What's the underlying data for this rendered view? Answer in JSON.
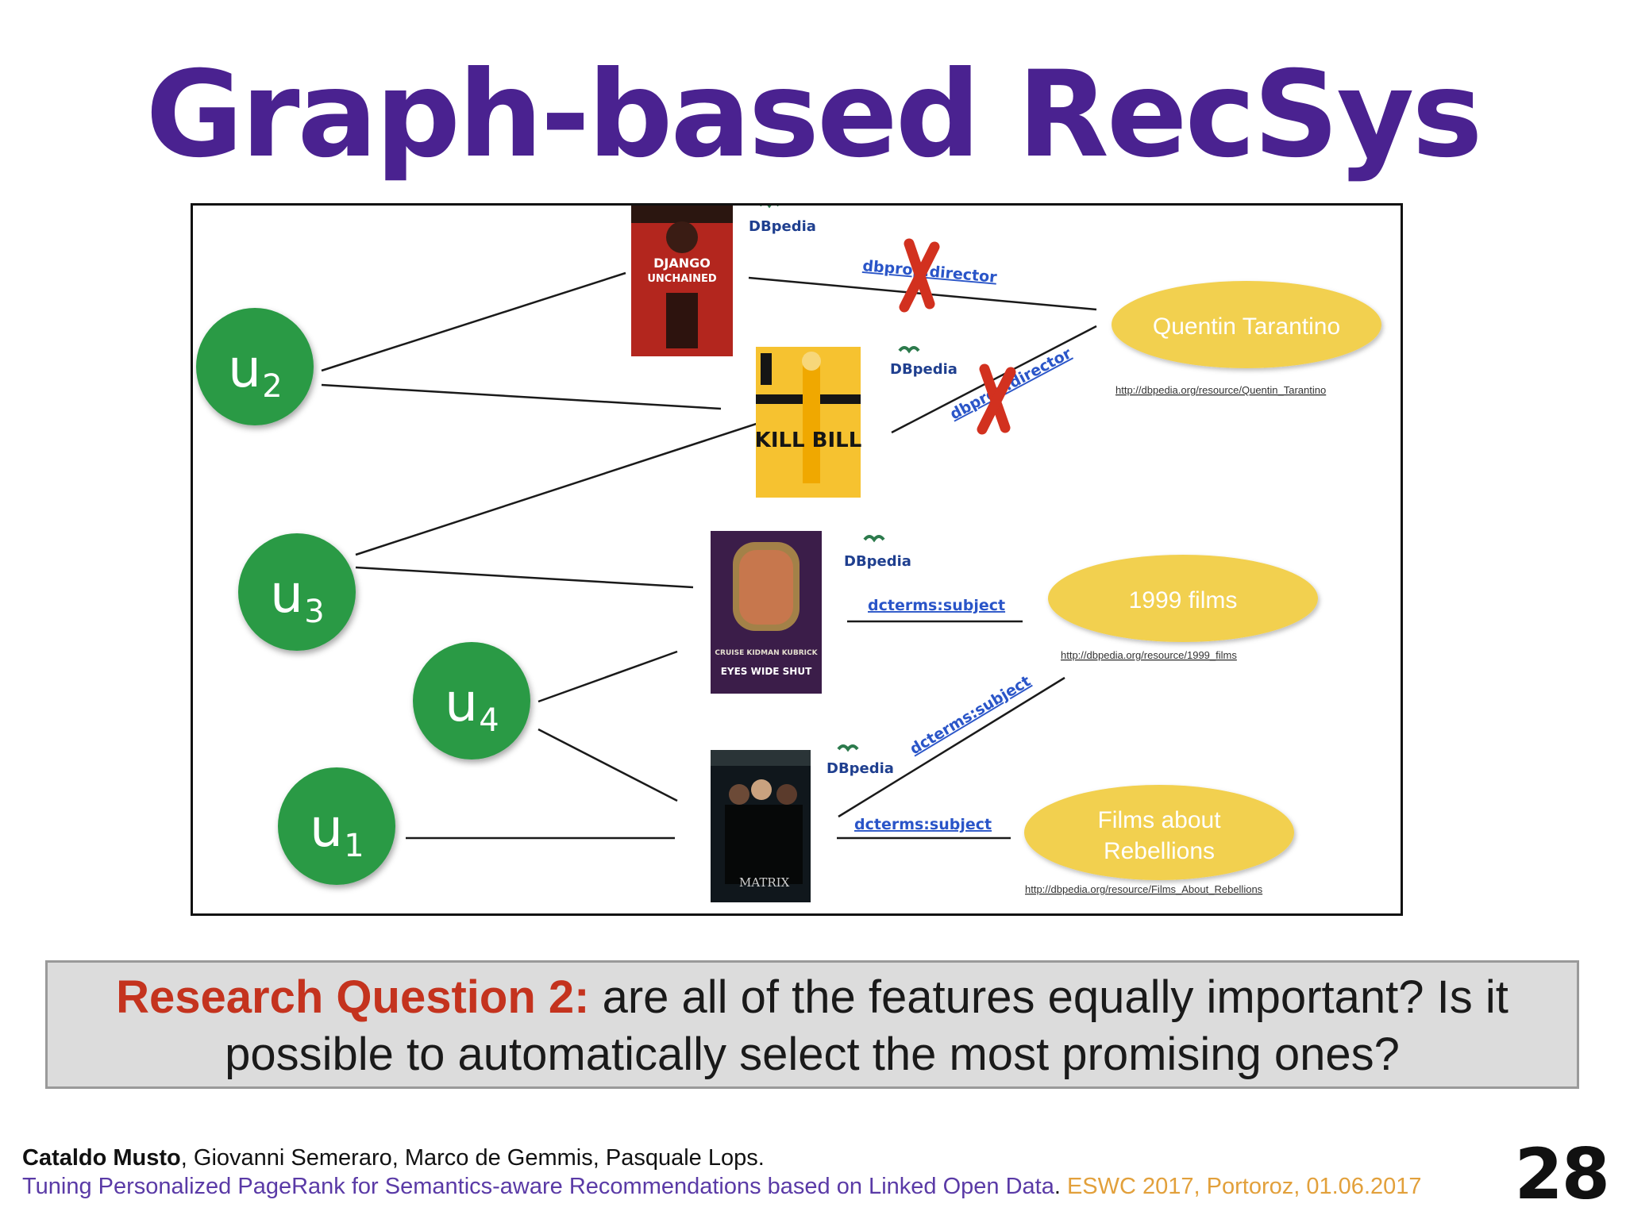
{
  "slide": {
    "title": "Graph-based RecSys",
    "page_number": "28"
  },
  "users": [
    {
      "id": "u2",
      "label": "u",
      "sub": "2"
    },
    {
      "id": "u3",
      "label": "u",
      "sub": "3"
    },
    {
      "id": "u4",
      "label": "u",
      "sub": "4"
    },
    {
      "id": "u1",
      "label": "u",
      "sub": "1"
    }
  ],
  "movies": [
    {
      "id": "django",
      "poster_text": "DJANGO UNCHAINED"
    },
    {
      "id": "killbill",
      "poster_text": "KILL BILL"
    },
    {
      "id": "eyes",
      "poster_text": "EYES WIDE SHUT",
      "poster_sub": "CRUISE KIDMAN KUBRICK"
    },
    {
      "id": "matrix",
      "poster_text": "MATRIX"
    }
  ],
  "dbpedia_logo_text": "DBpedia",
  "properties": {
    "director_1": "dbprop:director",
    "director_2": "dbprop:director",
    "subject_1": "dcterms:subject",
    "subject_2": "dcterms:subject",
    "subject_3": "dcterms:subject"
  },
  "entities": [
    {
      "id": "tarantino",
      "label": "Quentin Tarantino",
      "uri": "http://dbpedia.org/resource/Quentin_Tarantino"
    },
    {
      "id": "films1999",
      "label": "1999 films",
      "uri": "http://dbpedia.org/resource/1999_films"
    },
    {
      "id": "rebellions",
      "label": "Films about",
      "label2": "Rebellions",
      "uri": "http://dbpedia.org/resource/Films_About_Rebellions"
    }
  ],
  "research_question": {
    "lead": "Research Question 2:",
    "text": " are all of the features equally important? Is it possible to automatically select the most promising ones?"
  },
  "footer": {
    "first_author": "Cataldo Musto",
    "other_authors": ", Giovanni Semeraro, Marco de Gemmis, Pasquale Lops.",
    "paper_title": "Tuning Personalized PageRank for Semantics-aware Recommendations based on Linked Open Data",
    "period": ". ",
    "venue": "ESWC 2017, Portoroz, 01.06.2017"
  },
  "colors": {
    "title": "#4a2290",
    "user_node": "#2a9a45",
    "entity_node": "#f2d04f",
    "cross": "#d2311f",
    "edge_label": "#2a55c8",
    "rq_lead": "#c4331e"
  }
}
